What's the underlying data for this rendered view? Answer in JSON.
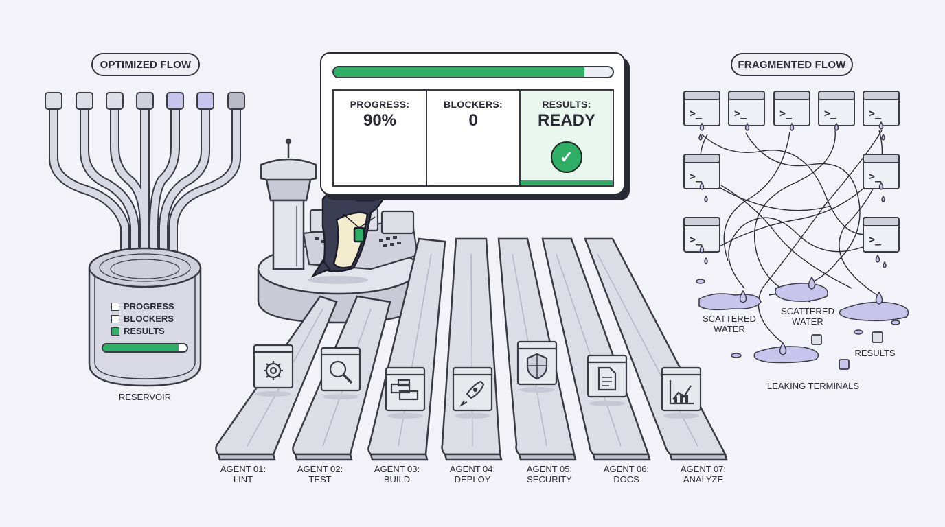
{
  "optimized": {
    "title": "OPTIMIZED FLOW",
    "reservoir_label": "RESERVOIR",
    "legend": [
      "PROGRESS",
      "BLOCKERS",
      "RESULTS"
    ],
    "reservoir_progress": 0.9
  },
  "fragmented": {
    "title": "FRAGMENTED FLOW",
    "labels": {
      "water_left": "SCATTERED\nWATER",
      "water_right": "SCATTERED\nWATER",
      "results": "RESULTS",
      "leaking": "LEAKING TERMINALS"
    },
    "terminal_prompt": ">_"
  },
  "status": {
    "progress_fraction": 0.9,
    "progress_label": "PROGRESS:",
    "progress_value": "90%",
    "blockers_label": "BLOCKERS:",
    "blockers_value": "0",
    "results_label": "RESULTS:",
    "results_value": "READY"
  },
  "agents": [
    {
      "label": "AGENT 01:\nLINT",
      "icon": "gear-icon"
    },
    {
      "label": "AGENT 02:\nTEST",
      "icon": "magnifier-icon"
    },
    {
      "label": "AGENT 03:\nBUILD",
      "icon": "blocks-icon"
    },
    {
      "label": "AGENT 04:\nDEPLOY",
      "icon": "rocket-icon"
    },
    {
      "label": "AGENT 05:\nSECURITY",
      "icon": "shield-icon"
    },
    {
      "label": "AGENT 06:\nDOCS",
      "icon": "document-icon"
    },
    {
      "label": "AGENT 07:\nANALYZE",
      "icon": "chart-icon"
    }
  ],
  "colors": {
    "accent_green": "#2fae66",
    "outline": "#2a2a35",
    "fill_grey": "#d8d9e2",
    "purple": "#c9c4ec"
  }
}
